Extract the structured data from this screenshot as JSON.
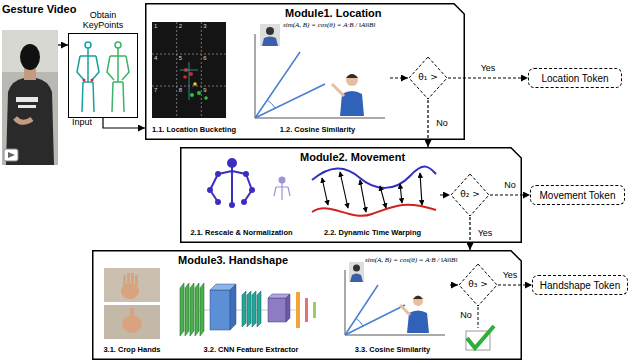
{
  "diagram": {
    "nodes": [
      {
        "text": [
          "Gesture Video"
        ]
      },
      {
        "text": [
          "Obtain KeyPoints"
        ]
      },
      {
        "text": [
          "Module1. Location"
        ]
      },
      {
        "text": [
          "1.1. Location Bucketing"
        ],
        "in": 2
      },
      {
        "text": [
          "1.2. Cosine Similarity"
        ],
        "in": 2
      },
      {
        "text": [
          "θ₁ >"
        ],
        "in": 2
      },
      {
        "text": [
          "Location Token"
        ]
      },
      {
        "text": [
          "Module2. Movement"
        ]
      },
      {
        "text": [
          "2.1. Rescale & Normalization"
        ],
        "in": 7
      },
      {
        "text": [
          "2.2. Dynamic Time Warping"
        ],
        "in": 7
      },
      {
        "text": [
          "θ₂ >"
        ],
        "in": 7
      },
      {
        "text": [
          "Movement Token"
        ]
      },
      {
        "text": [
          "Module3. Handshape"
        ]
      },
      {
        "text": [
          "3.1. Crop Hands"
        ],
        "in": 12
      },
      {
        "text": [
          "3.2. CNN Feature Extractor"
        ],
        "in": 12
      },
      {
        "text": [
          "3.3. Cosine Similarity"
        ],
        "in": 12
      },
      {
        "text": [
          "θ₃ >"
        ],
        "in": 12
      },
      {
        "text": [
          "Handshape Token"
        ]
      }
    ],
    "edges": [
      {
        "from": 0,
        "to": 1,
        "arrow": "to"
      },
      {
        "from": 1,
        "to": 2,
        "label": "Input",
        "arrow": "to"
      },
      {
        "from": 4,
        "to": 5,
        "arrow": "to"
      },
      {
        "from": 5,
        "to": 6,
        "label": "Yes",
        "arrow": "to"
      },
      {
        "from": 5,
        "to": 7,
        "label": "No",
        "arrow": "to"
      },
      {
        "from": 9,
        "to": 10,
        "arrow": "to"
      },
      {
        "from": 10,
        "to": 11,
        "label": "No",
        "arrow": "to"
      },
      {
        "from": 10,
        "to": 12,
        "label": "Yes",
        "arrow": "to"
      },
      {
        "from": 15,
        "to": 16,
        "arrow": "to"
      },
      {
        "from": 16,
        "to": 17,
        "label": "Yes",
        "arrow": "to"
      }
    ],
    "labels": [
      "1",
      "2",
      "3",
      "4",
      "5",
      "6",
      "7",
      "8",
      "9",
      "sim(A, B) = cos(θ) = A·B / ‖A‖‖B‖",
      "sim(A, B) = cos(θ) = A·B / ‖A‖‖B‖",
      "No"
    ]
  }
}
